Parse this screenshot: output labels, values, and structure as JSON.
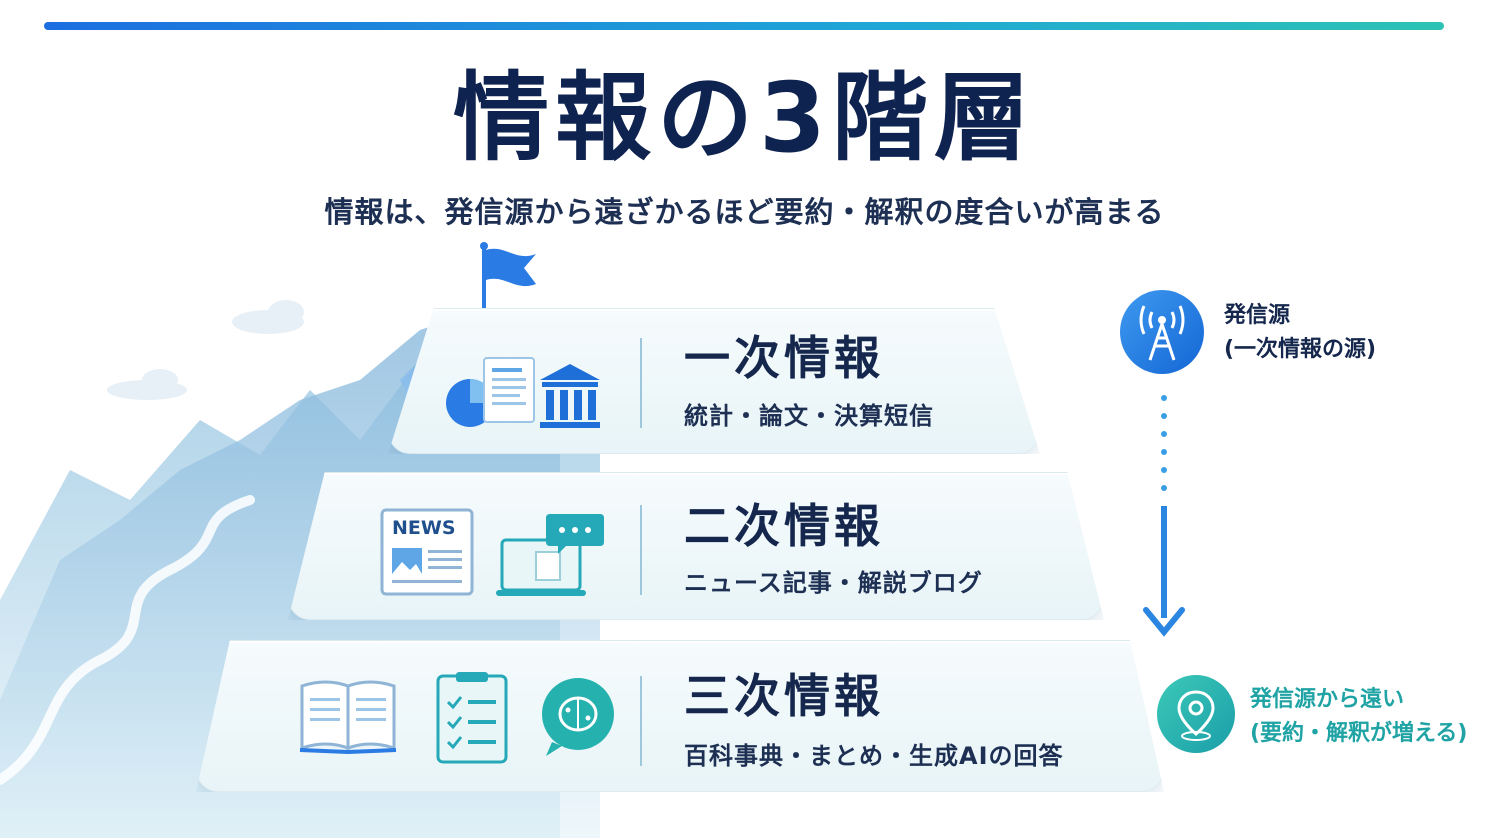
{
  "header": {
    "title": "情報の3階層",
    "subtitle": "情報は、発信源から遠ざかるほど要約・解釈の度合いが高まる"
  },
  "tiers": [
    {
      "title": "一次情報",
      "desc": "統計・論文・決算短信"
    },
    {
      "title": "二次情報",
      "desc": "ニュース記事・解説ブログ"
    },
    {
      "title": "三次情報",
      "desc": "百科事典・まとめ・生成AIの回答"
    }
  ],
  "icons": {
    "newspaper_text": "NEWS"
  },
  "side": {
    "source_line1": "発信源",
    "source_line2": "(一次情報の源)",
    "far_line1": "発信源から遠い",
    "far_line2": "(要約・解釈が増える)"
  },
  "colors": {
    "primary_blue": "#1c74e0",
    "teal": "#22b5b0",
    "navy": "#0f2350"
  }
}
